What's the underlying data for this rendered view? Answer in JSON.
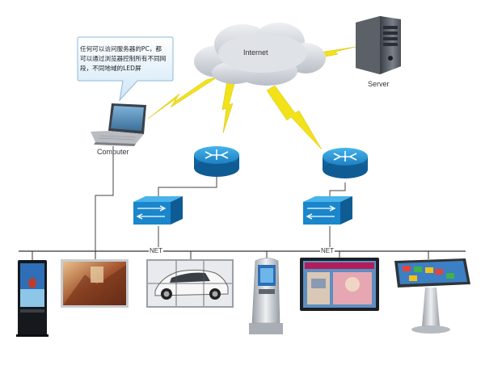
{
  "labels": {
    "internet": "Internet",
    "server": "Server",
    "computer": "Computer",
    "net_left": "NET",
    "net_right": "NET"
  },
  "callout": {
    "line1": "任何可以访问服务器的PC，都",
    "line2": "可以通过浏览器控制所有不同网",
    "line3": "段，不同地域的LED屏"
  },
  "colors": {
    "router": "#1e8fd0",
    "switch": "#1a86cc",
    "lightning": "#f2e21a",
    "cloud": "#d4d8de",
    "bus": "#333333"
  },
  "icons": [
    "cloud-icon",
    "server-icon",
    "laptop-icon",
    "router-icon",
    "switch-icon",
    "lightning-icon",
    "vertical-kiosk-icon",
    "led-wall-icon",
    "video-wall-icon",
    "query-terminal-icon",
    "touch-display-icon",
    "touch-table-icon"
  ]
}
